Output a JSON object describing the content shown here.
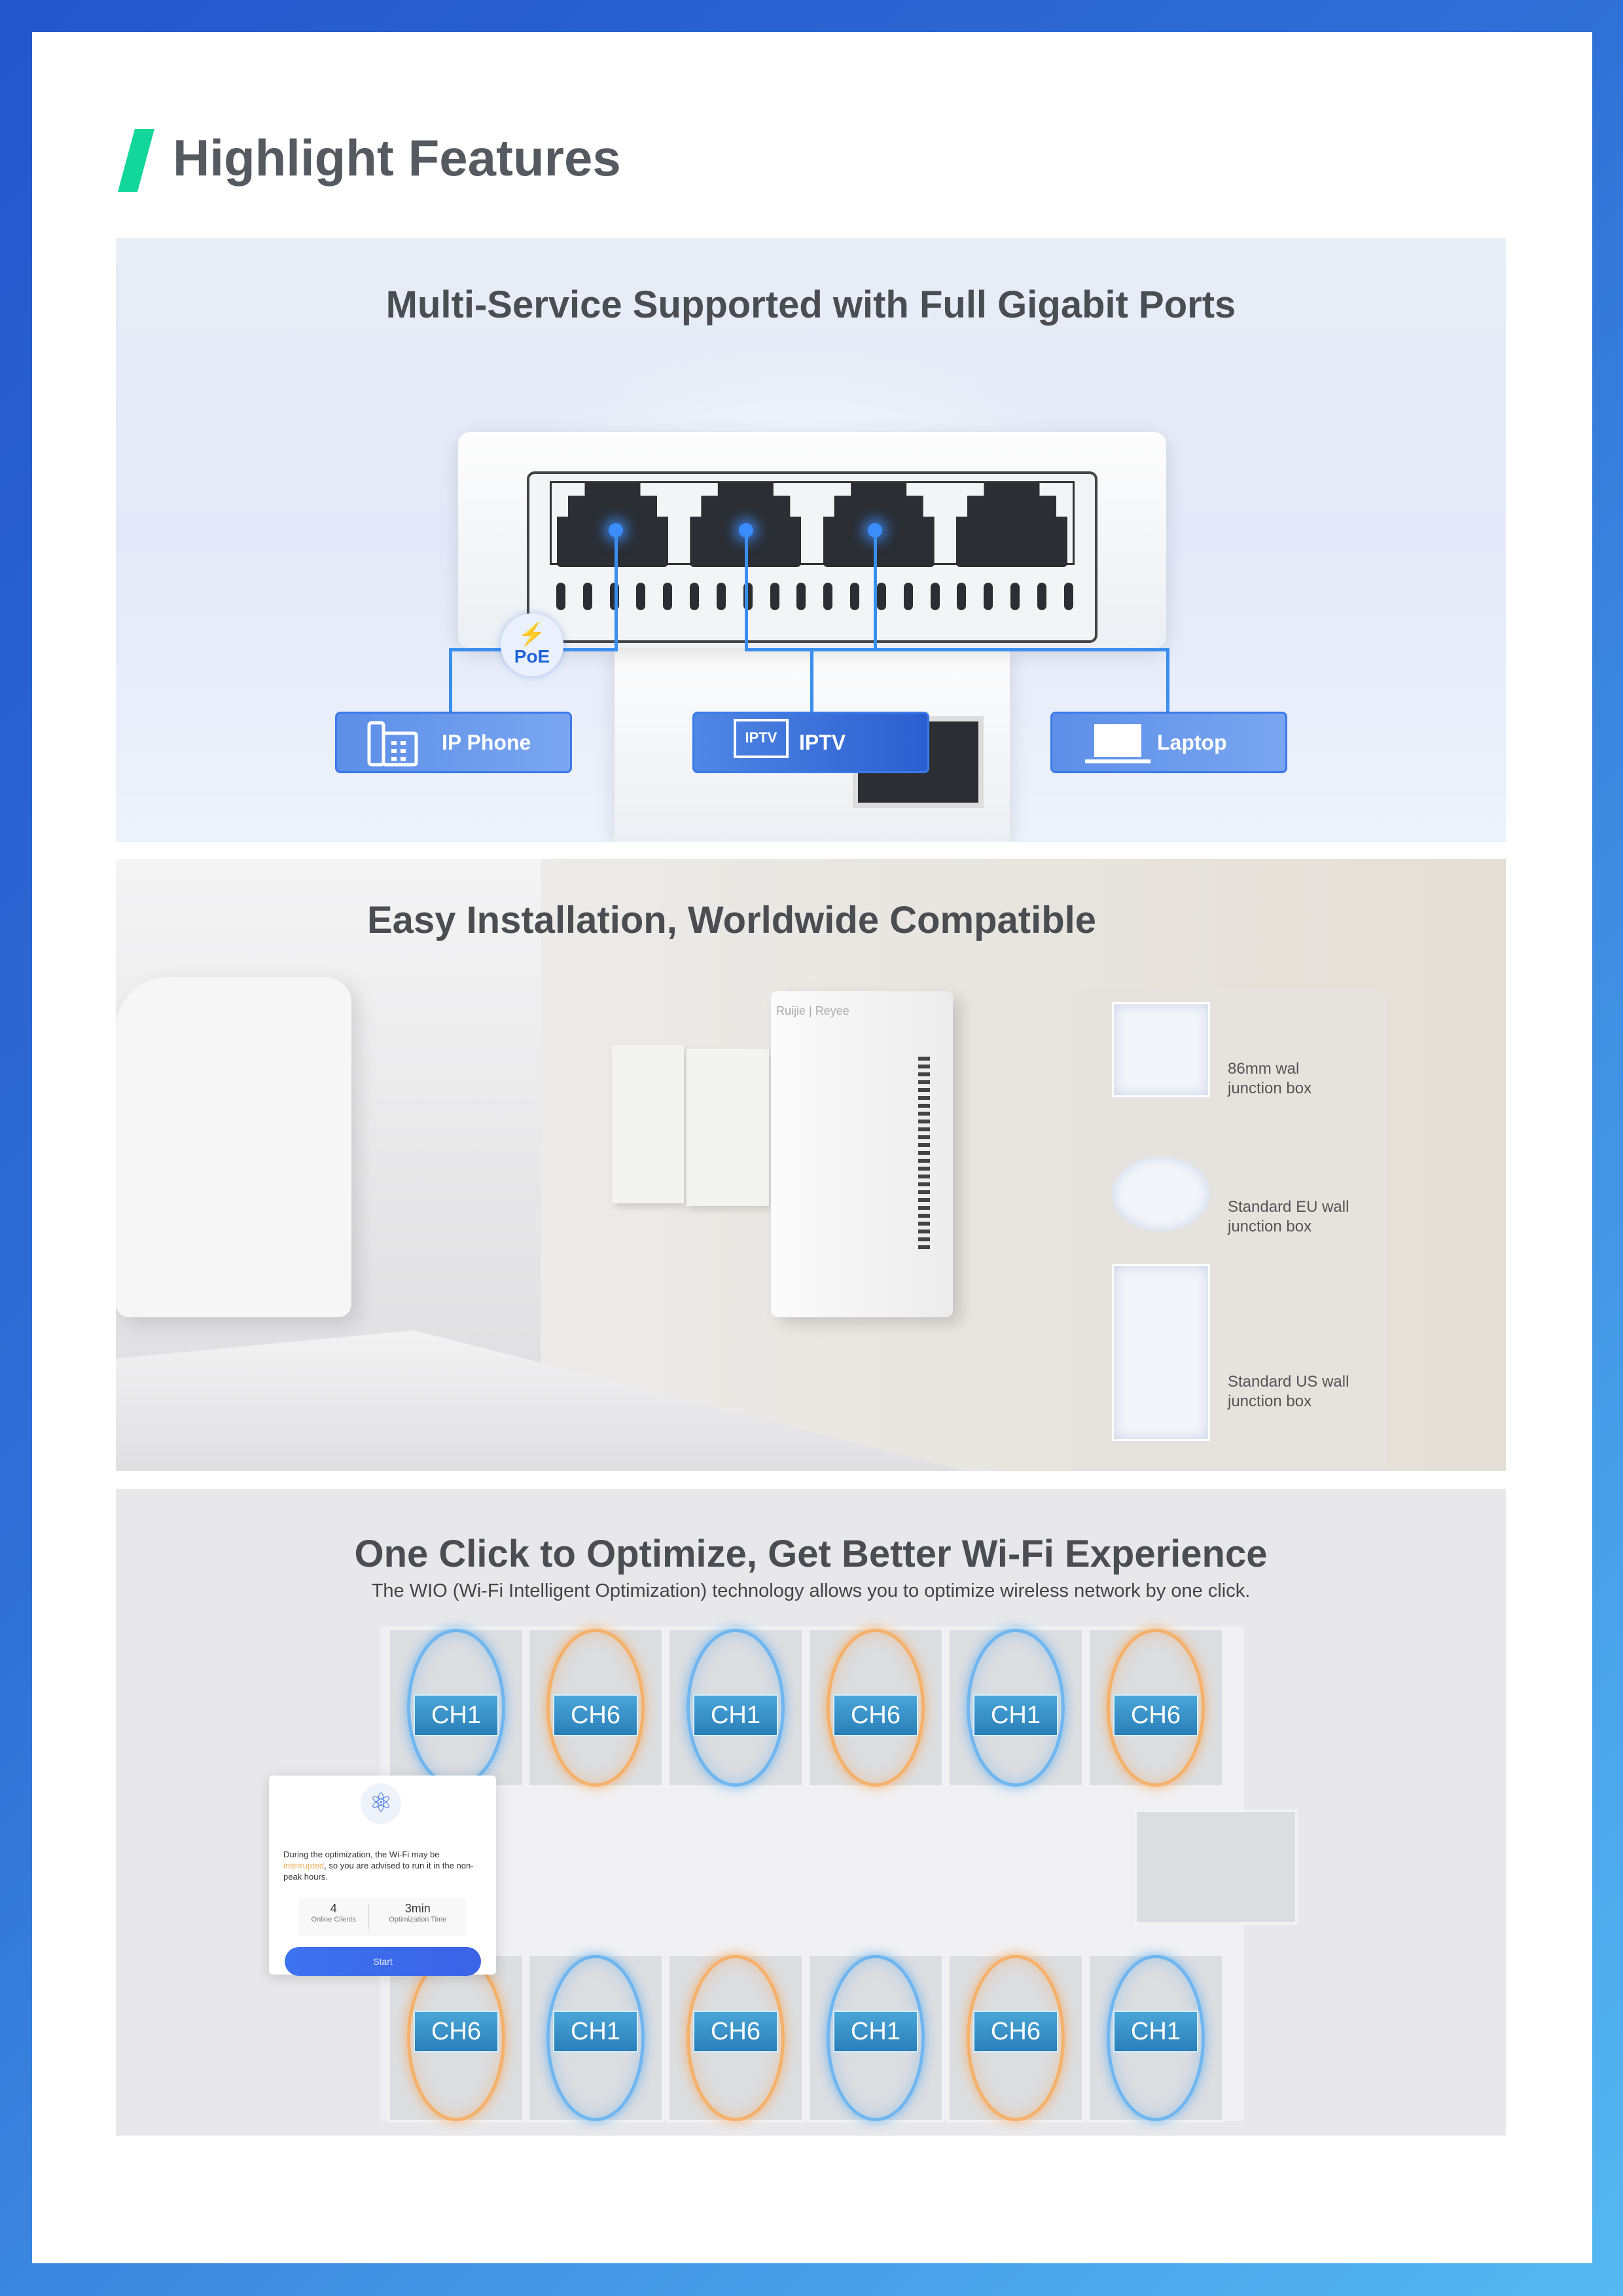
{
  "header": {
    "title": "Highlight Features",
    "accent_color": "#12d69a"
  },
  "section1": {
    "title": "Multi-Service Supported with Full Gigabit Ports",
    "poe_label": "PoE",
    "devices": [
      {
        "label": "IP Phone",
        "icon": "ip-phone-icon"
      },
      {
        "label": "IPTV",
        "icon": "tv-icon",
        "icon_text": "IPTV"
      },
      {
        "label": "Laptop",
        "icon": "laptop-icon"
      }
    ]
  },
  "section2": {
    "title": "Easy Installation, Worldwide Compatible",
    "brand": "Ruijie | Reyee",
    "junction_boxes": [
      {
        "line1": "86mm wal",
        "line2": "junction box"
      },
      {
        "line1": "Standard EU wall",
        "line2": "junction box"
      },
      {
        "line1": "Standard US wall",
        "line2": "junction box"
      }
    ]
  },
  "section3": {
    "title": "One Click to Optimize, Get Better Wi-Fi Experience",
    "subtitle": "The WIO (Wi-Fi Intelligent Optimization) technology allows you to optimize wireless network by one click.",
    "top_channels": [
      "CH1",
      "CH6",
      "CH1",
      "CH6",
      "CH1",
      "CH6"
    ],
    "bottom_channels": [
      "CH6",
      "CH1",
      "CH6",
      "CH1",
      "CH6",
      "CH1"
    ],
    "colors": {
      "CH1": "#6fb6f0",
      "CH6": "#f5b06a"
    },
    "dialog": {
      "text_before": "During the optimization, the Wi-Fi may be ",
      "text_highlight": "interrupted",
      "text_after": ", so you are advised to run it in the non-peak hours.",
      "clients_value": "4",
      "clients_label": "Online Clients",
      "time_value": "3min",
      "time_label": "Optimization Time",
      "start_label": "Start"
    }
  }
}
